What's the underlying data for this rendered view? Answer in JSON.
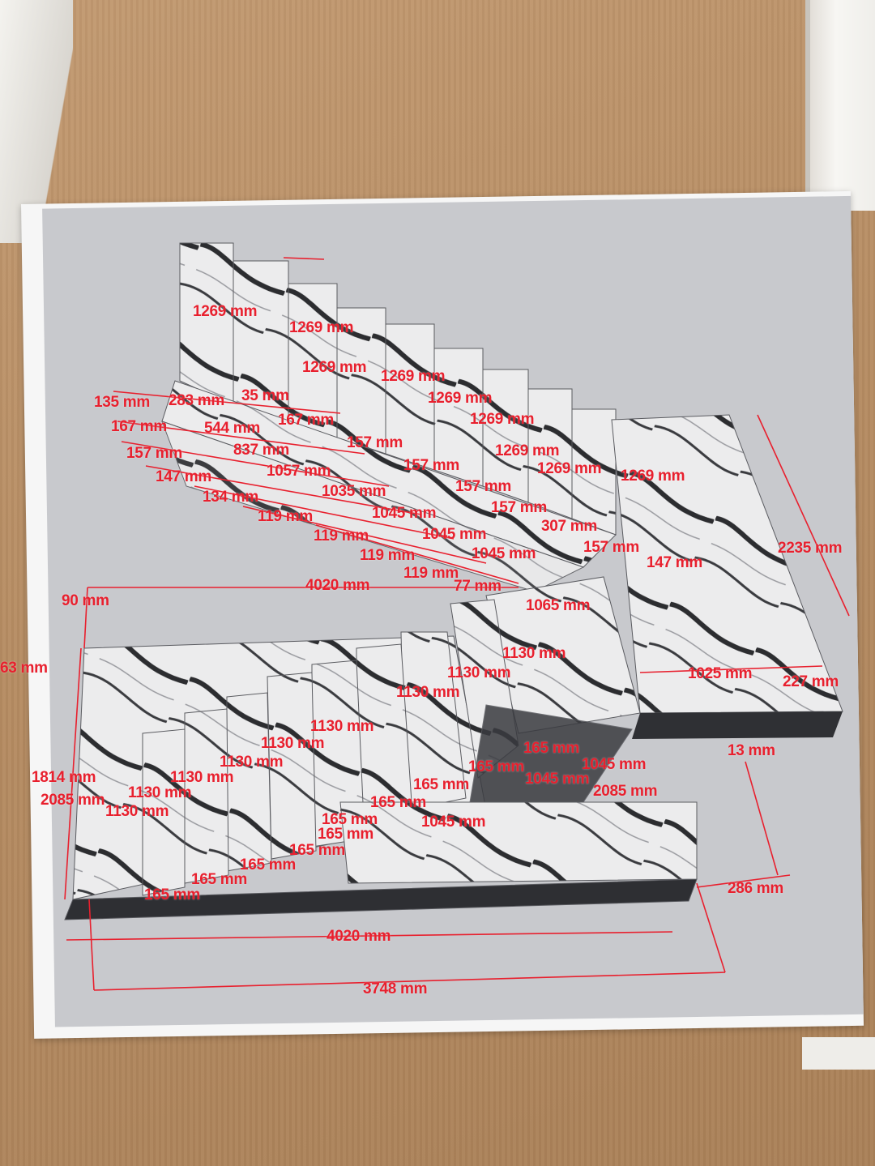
{
  "photo": {
    "subject": "printed stair step cutting drawing",
    "colors": {
      "cardboard": "#b58d66",
      "paper": "#f6f6f6",
      "print_background": "#c8c9cd",
      "marble": "#e9e9ea",
      "vein": "#2c2d30",
      "dimension_red": "#e8202e"
    }
  },
  "dimensions": {
    "d1269_a": "1269 mm",
    "d1269_b": "1269 mm",
    "d1269_c": "1269 mm",
    "d1269_d": "1269 mm",
    "d1269_e": "1269 mm",
    "d1269_f": "1269 mm",
    "d1269_g": "1269 mm",
    "d1269_h": "1269 mm",
    "d1269_i": "1269 mm",
    "d135_a": "135 mm",
    "d283": "283 mm",
    "d35": "35 mm",
    "d167_a": "167 mm",
    "d544": "544 mm",
    "d167_b": "167 mm",
    "d157_a": "157 mm",
    "d837": "837 mm",
    "d157_b": "157 mm",
    "d147_a": "147 mm",
    "d1057": "1057 mm",
    "d157_c": "157 mm",
    "d134": "134 mm",
    "d1035": "1035 mm",
    "d157_d": "157 mm",
    "d119_a": "119 mm",
    "d1045_a": "1045 mm",
    "d157_e": "157 mm",
    "d119_b": "119 mm",
    "d1045_b": "1045 mm",
    "d307": "307 mm",
    "d119_c": "119 mm",
    "d1045_c": "1045 mm",
    "d157_f": "157 mm",
    "d119_d": "119 mm",
    "d147_b": "147 mm",
    "d2235": "2235 mm",
    "d4020_top": "4020 mm",
    "d77": "77 mm",
    "d90": "90 mm",
    "d1065": "1065 mm",
    "d63": "63 mm",
    "d1130_a": "1130 mm",
    "d1130_b": "1130 mm",
    "d1130_c": "1130 mm",
    "d1025": "1025 mm",
    "d227": "227 mm",
    "d1130_d": "1130 mm",
    "d1130_e": "1130 mm",
    "d1130_f": "1130 mm",
    "d1130_g": "1130 mm",
    "d1130_h": "1130 mm",
    "d1130_i": "1130 mm",
    "d165_a": "165 mm",
    "d13": "13 mm",
    "d1045_d": "1045 mm",
    "d165_b": "165 mm",
    "d1045_e": "1045 mm",
    "d1814": "1814 mm",
    "d2085_a": "2085 mm",
    "d2085_b": "2085 mm",
    "d165_c": "165 mm",
    "d165_d": "165 mm",
    "d165_e": "165 mm",
    "d165_f": "165 mm",
    "d1045_f": "1045 mm",
    "d165_g": "165 mm",
    "d165_h": "165 mm",
    "d165_i": "165 mm",
    "d165_j": "165 mm",
    "d286": "286 mm",
    "d4020_bottom": "4020 mm",
    "d3748": "3748 mm"
  }
}
